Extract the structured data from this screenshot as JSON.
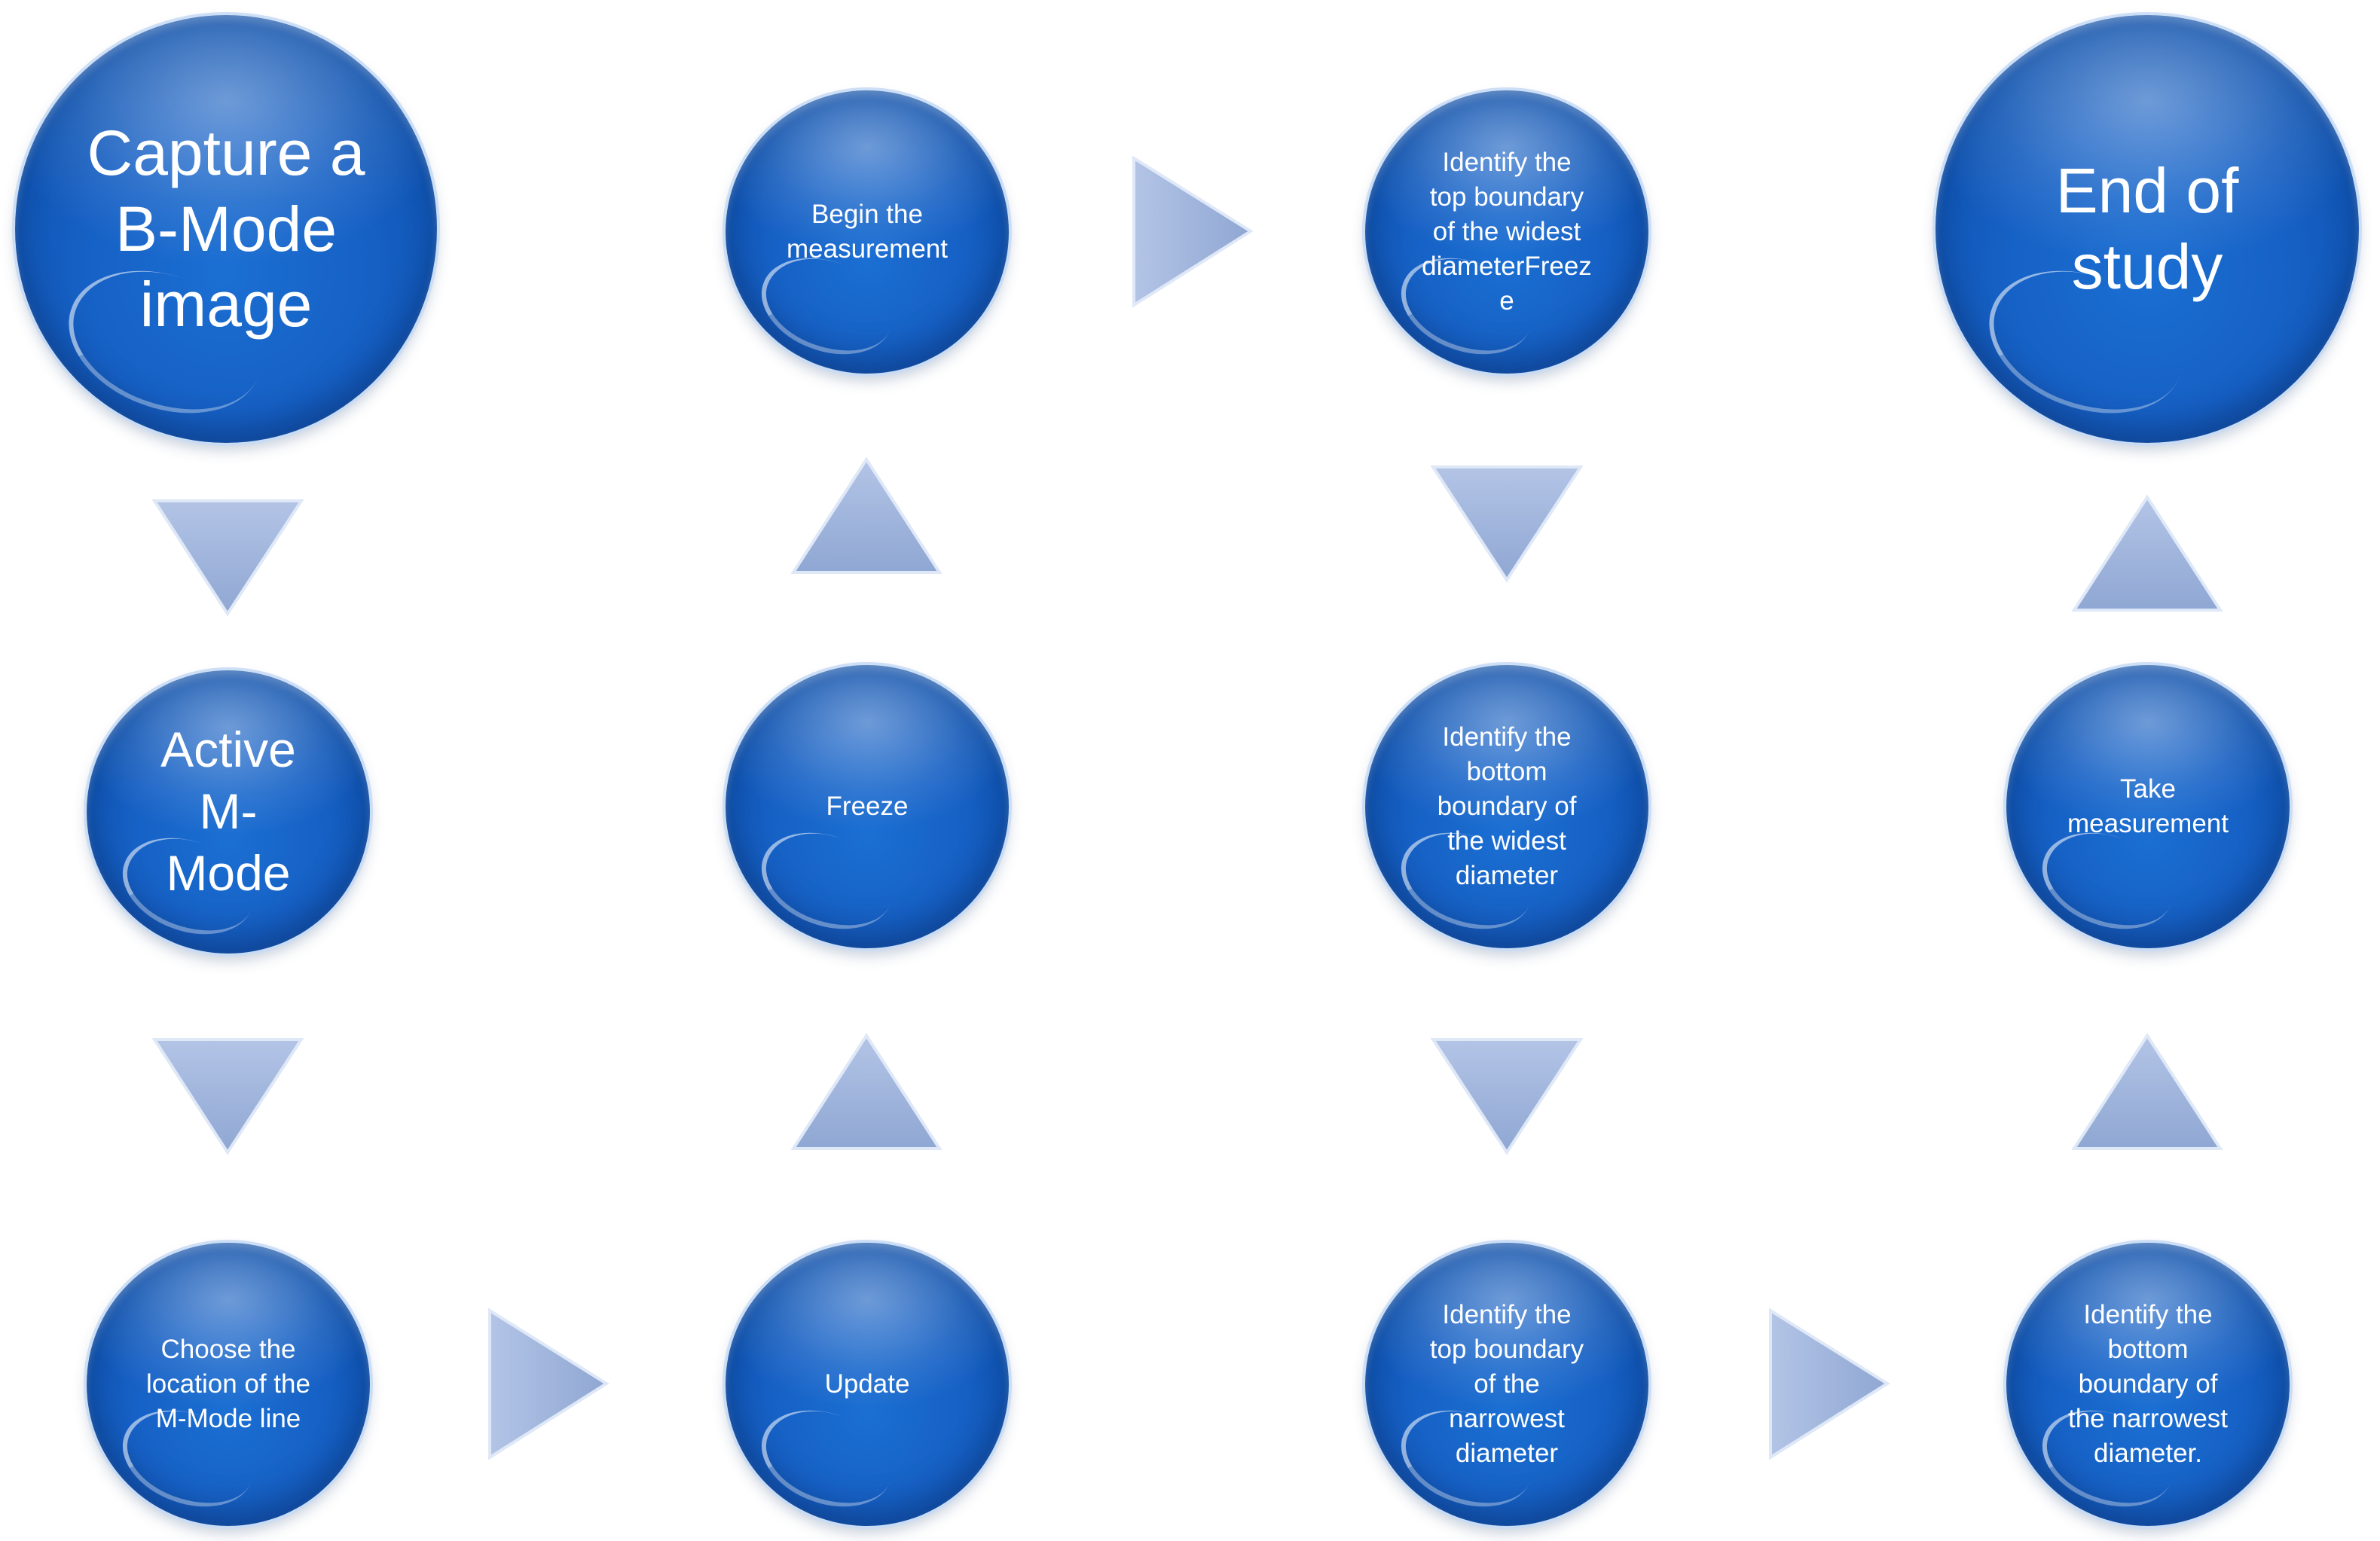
{
  "nodes": {
    "capture": "Capture a\nB-Mode\nimage",
    "active": "Active\nM-\nMode",
    "choose": "Choose the\nlocation of the\nM-Mode line",
    "update": "Update",
    "freeze": "Freeze",
    "begin": "Begin the\nmeasurement",
    "top_widest": "Identify the\ntop boundary\nof the widest\ndiameterFreez\ne",
    "bottom_widest": "Identify the\nbottom\nboundary of\nthe widest\ndiameter",
    "top_narrowest": "Identify the\ntop boundary\nof the\nnarrowest\ndiameter",
    "bottom_narrowest": "Identify the\nbottom\nboundary of\nthe narrowest\ndiameter.",
    "take": "Take\nmeasurement",
    "end": "End of\nstudy"
  },
  "colors": {
    "node_fill": "#1660c4",
    "arrow_fill": "#9fb4dc"
  }
}
